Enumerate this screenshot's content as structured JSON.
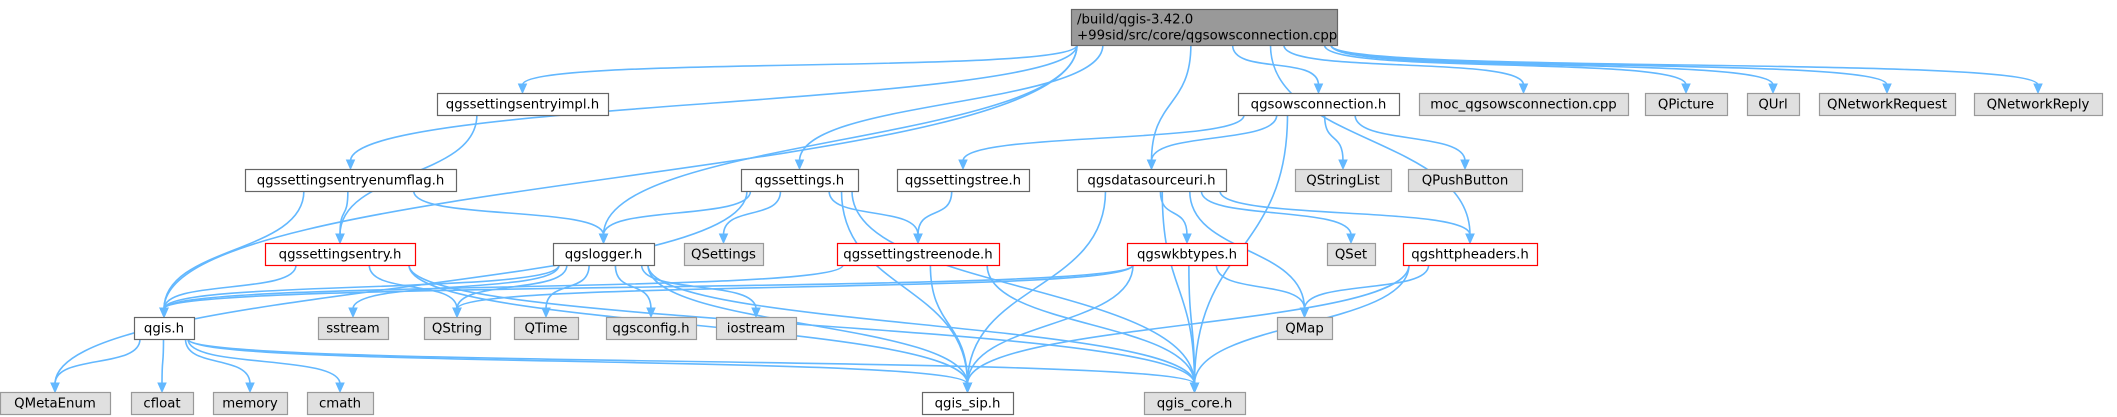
{
  "colors": {
    "edge": "#63b8ff",
    "root_fill": "#999999",
    "root_stroke": "#666666",
    "normal_fill": "#ffffff",
    "normal_stroke": "#666666",
    "error_fill": "#ffffff",
    "error_stroke": "#ff0000",
    "external_fill": "#e0e0e0",
    "external_stroke": "#999999"
  },
  "graph": {
    "nodes": [
      {
        "id": "root",
        "lines": [
          "/build/qgis-3.42.0",
          "+99sid/src/core/qgsowsconnection.cpp"
        ],
        "kind": "root"
      },
      {
        "id": "impl",
        "lines": [
          "qgssettingsentryimpl.h"
        ],
        "kind": "normal"
      },
      {
        "id": "owsh",
        "lines": [
          "qgsowsconnection.h"
        ],
        "kind": "normal"
      },
      {
        "id": "moc",
        "lines": [
          "moc_qgsowsconnection.cpp"
        ],
        "kind": "external"
      },
      {
        "id": "qpicture",
        "lines": [
          "QPicture"
        ],
        "kind": "external"
      },
      {
        "id": "qurl",
        "lines": [
          "QUrl"
        ],
        "kind": "external"
      },
      {
        "id": "qnetreq",
        "lines": [
          "QNetworkRequest"
        ],
        "kind": "external"
      },
      {
        "id": "qnetrep",
        "lines": [
          "QNetworkReply"
        ],
        "kind": "external"
      },
      {
        "id": "enumflag",
        "lines": [
          "qgssettingsentryenumflag.h"
        ],
        "kind": "normal"
      },
      {
        "id": "settings",
        "lines": [
          "qgssettings.h"
        ],
        "kind": "normal"
      },
      {
        "id": "stree",
        "lines": [
          "qgssettingstree.h"
        ],
        "kind": "normal"
      },
      {
        "id": "dsuri",
        "lines": [
          "qgsdatasourceuri.h"
        ],
        "kind": "normal"
      },
      {
        "id": "qstringlist",
        "lines": [
          "QStringList"
        ],
        "kind": "external"
      },
      {
        "id": "qpushbutton",
        "lines": [
          "QPushButton"
        ],
        "kind": "external"
      },
      {
        "id": "sentry",
        "lines": [
          "qgssettingsentry.h"
        ],
        "kind": "error"
      },
      {
        "id": "logger",
        "lines": [
          "qgslogger.h"
        ],
        "kind": "normal"
      },
      {
        "id": "qsettings",
        "lines": [
          "QSettings"
        ],
        "kind": "external"
      },
      {
        "id": "streenode",
        "lines": [
          "qgssettingstreenode.h"
        ],
        "kind": "error"
      },
      {
        "id": "wkb",
        "lines": [
          "qgswkbtypes.h"
        ],
        "kind": "error"
      },
      {
        "id": "qset",
        "lines": [
          "QSet"
        ],
        "kind": "external"
      },
      {
        "id": "http",
        "lines": [
          "qgshttpheaders.h"
        ],
        "kind": "error"
      },
      {
        "id": "qgish",
        "lines": [
          "qgis.h"
        ],
        "kind": "normal"
      },
      {
        "id": "sstream",
        "lines": [
          "sstream"
        ],
        "kind": "external"
      },
      {
        "id": "qstring",
        "lines": [
          "QString"
        ],
        "kind": "external"
      },
      {
        "id": "qtime",
        "lines": [
          "QTime"
        ],
        "kind": "external"
      },
      {
        "id": "qgsconfig",
        "lines": [
          "qgsconfig.h"
        ],
        "kind": "external"
      },
      {
        "id": "iostream",
        "lines": [
          "iostream"
        ],
        "kind": "external"
      },
      {
        "id": "qmap",
        "lines": [
          "QMap"
        ],
        "kind": "external"
      },
      {
        "id": "qmetaenum",
        "lines": [
          "QMetaEnum"
        ],
        "kind": "external"
      },
      {
        "id": "cfloat",
        "lines": [
          "cfloat"
        ],
        "kind": "external"
      },
      {
        "id": "memory",
        "lines": [
          "memory"
        ],
        "kind": "external"
      },
      {
        "id": "cmath",
        "lines": [
          "cmath"
        ],
        "kind": "external"
      },
      {
        "id": "qgissip",
        "lines": [
          "qgis_sip.h"
        ],
        "kind": "normal"
      },
      {
        "id": "qgiscore",
        "lines": [
          "qgis_core.h"
        ],
        "kind": "external"
      }
    ],
    "edges": [
      [
        "root",
        "impl"
      ],
      [
        "root",
        "owsh"
      ],
      [
        "root",
        "moc"
      ],
      [
        "root",
        "qpicture"
      ],
      [
        "root",
        "qurl"
      ],
      [
        "root",
        "qnetreq"
      ],
      [
        "root",
        "qnetrep"
      ],
      [
        "root",
        "enumflag"
      ],
      [
        "root",
        "settings"
      ],
      [
        "root",
        "dsuri"
      ],
      [
        "root",
        "qgish"
      ],
      [
        "root",
        "logger"
      ],
      [
        "root",
        "http"
      ],
      [
        "impl",
        "sentry"
      ],
      [
        "owsh",
        "stree"
      ],
      [
        "owsh",
        "dsuri"
      ],
      [
        "owsh",
        "qstringlist"
      ],
      [
        "owsh",
        "qpushbutton"
      ],
      [
        "owsh",
        "qgiscore"
      ],
      [
        "enumflag",
        "sentry"
      ],
      [
        "enumflag",
        "logger"
      ],
      [
        "enumflag",
        "qgish"
      ],
      [
        "settings",
        "logger"
      ],
      [
        "settings",
        "qsettings"
      ],
      [
        "settings",
        "streenode"
      ],
      [
        "settings",
        "qgissip"
      ],
      [
        "settings",
        "qgiscore"
      ],
      [
        "settings",
        "qmetaenum"
      ],
      [
        "stree",
        "streenode"
      ],
      [
        "dsuri",
        "wkb"
      ],
      [
        "dsuri",
        "qset"
      ],
      [
        "dsuri",
        "http"
      ],
      [
        "dsuri",
        "qmap"
      ],
      [
        "dsuri",
        "qgissip"
      ],
      [
        "dsuri",
        "qgiscore"
      ],
      [
        "sentry",
        "qgish"
      ],
      [
        "sentry",
        "qstring"
      ],
      [
        "sentry",
        "qgissip"
      ],
      [
        "sentry",
        "qgiscore"
      ],
      [
        "logger",
        "qgish"
      ],
      [
        "logger",
        "sstream"
      ],
      [
        "logger",
        "qstring"
      ],
      [
        "logger",
        "qtime"
      ],
      [
        "logger",
        "qgsconfig"
      ],
      [
        "logger",
        "iostream"
      ],
      [
        "logger",
        "qgissip"
      ],
      [
        "logger",
        "qgiscore"
      ],
      [
        "streenode",
        "qgish"
      ],
      [
        "streenode",
        "qgissip"
      ],
      [
        "streenode",
        "qgiscore"
      ],
      [
        "wkb",
        "qgish"
      ],
      [
        "wkb",
        "qstring"
      ],
      [
        "wkb",
        "qmap"
      ],
      [
        "wkb",
        "qgissip"
      ],
      [
        "wkb",
        "qgiscore"
      ],
      [
        "http",
        "qmap"
      ],
      [
        "http",
        "qgissip"
      ],
      [
        "http",
        "qgiscore"
      ],
      [
        "qgish",
        "qmetaenum"
      ],
      [
        "qgish",
        "cfloat"
      ],
      [
        "qgish",
        "memory"
      ],
      [
        "qgish",
        "cmath"
      ],
      [
        "qgish",
        "qgissip"
      ],
      [
        "qgish",
        "qgiscore"
      ]
    ]
  }
}
